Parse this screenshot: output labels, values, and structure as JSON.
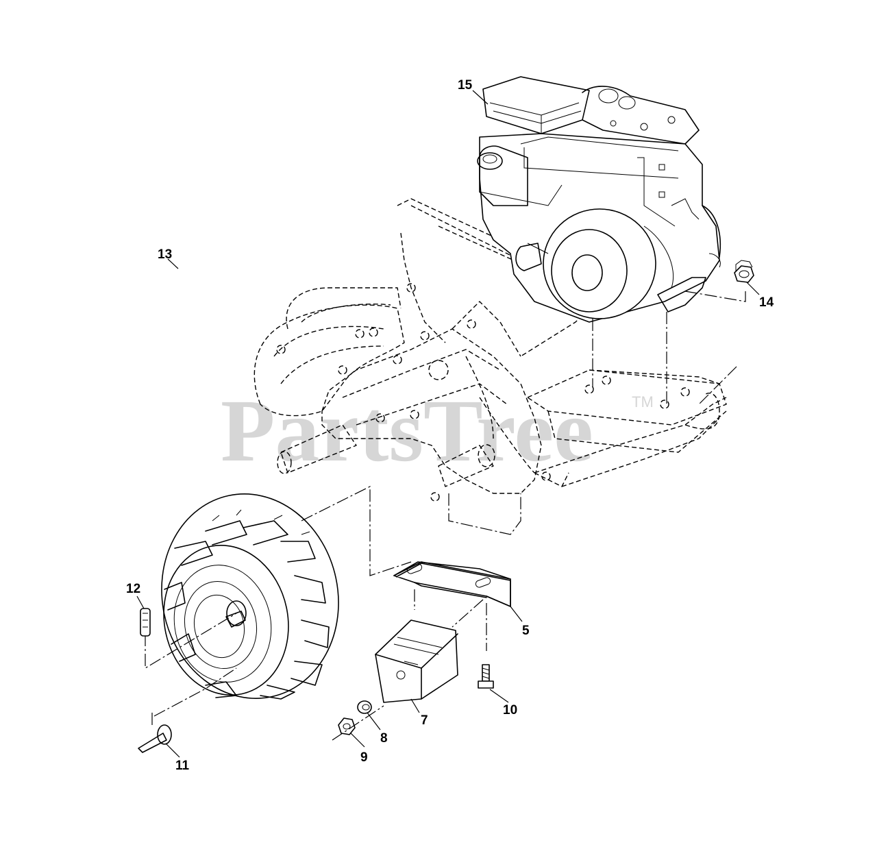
{
  "watermark": {
    "text": "PartsTree",
    "trademark": "TM"
  },
  "callouts": {
    "n15": "15",
    "n14": "14",
    "n13": "13",
    "n12": "12",
    "n11": "11",
    "n10": "10",
    "n9": "9",
    "n8": "8",
    "n7": "7",
    "n5": "5"
  }
}
